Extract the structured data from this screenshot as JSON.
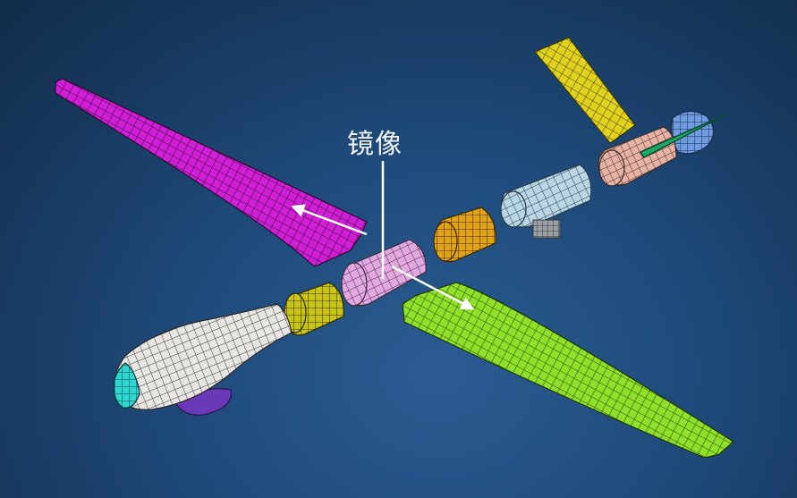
{
  "diagram": {
    "title": "Exploded FE mesh model of aircraft with mirrored wing",
    "annotation": {
      "label": "镜像",
      "meaning": "mirror"
    },
    "colors": {
      "background_top": "#122c4a",
      "background_bottom": "#2a5c92",
      "left_wing": "#d11fd6",
      "right_wing": "#8ee02a",
      "center_section": "#e2a8e0",
      "yellow_rings": "#c9c417",
      "orange_ring": "#e0a21a",
      "light_blue_section": "#b9d6e6",
      "pink_section": "#e7b3a6",
      "tail_fin": "#e0d21f",
      "spinner": "#6f9ce0",
      "antenna": "#1ea86a",
      "nose_fuselage": "#e8e6e2",
      "nose_cap": "#2fd7d0",
      "pod_underside": "#6a39b8",
      "arrow": "#ffffff"
    },
    "parts": [
      "nose-fuselage",
      "nose-cap",
      "underside-pod",
      "yellow-ring-front",
      "center-section",
      "orange-ring",
      "light-blue-section",
      "pink-section",
      "tail-fin",
      "spinner",
      "antenna",
      "left-wing",
      "right-wing"
    ],
    "arrows": [
      {
        "from": "center-section",
        "to": "left-wing"
      },
      {
        "from": "center-section",
        "to": "right-wing"
      }
    ]
  }
}
